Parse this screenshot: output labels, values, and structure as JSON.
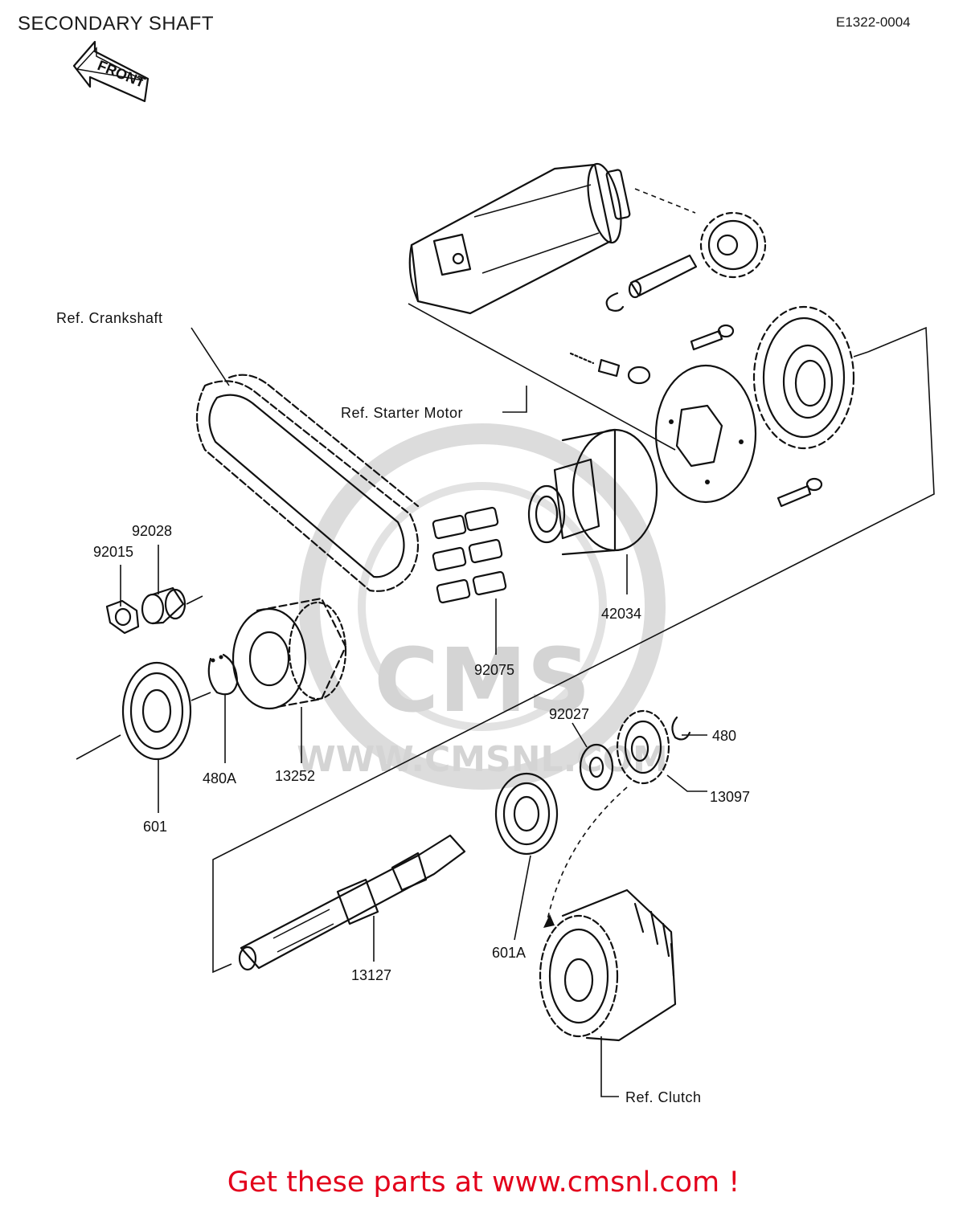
{
  "header": {
    "title": "SECONDARY SHAFT",
    "diagram_code": "E1322-0004"
  },
  "orientation_label": "FRONT",
  "references": {
    "crankshaft": "Ref. Crankshaft",
    "starter_motor": "Ref. Starter Motor",
    "clutch": "Ref. Clutch"
  },
  "part_labels": {
    "p92028": "92028",
    "p92015": "92015",
    "p42034": "42034",
    "p92075": "92075",
    "p480A": "480A",
    "p13252": "13252",
    "p601": "601",
    "p92027": "92027",
    "p480": "480",
    "p13097": "13097",
    "p601A": "601A",
    "p13127": "13127"
  },
  "watermark": {
    "logo": "CMS",
    "url": "WWW.CMSNL.COM"
  },
  "footer": {
    "cta": "Get these parts at www.cmsnl.com !"
  },
  "colors": {
    "cta": "#e3001b",
    "ink": "#111111",
    "watermark": "#d4d4d4"
  }
}
